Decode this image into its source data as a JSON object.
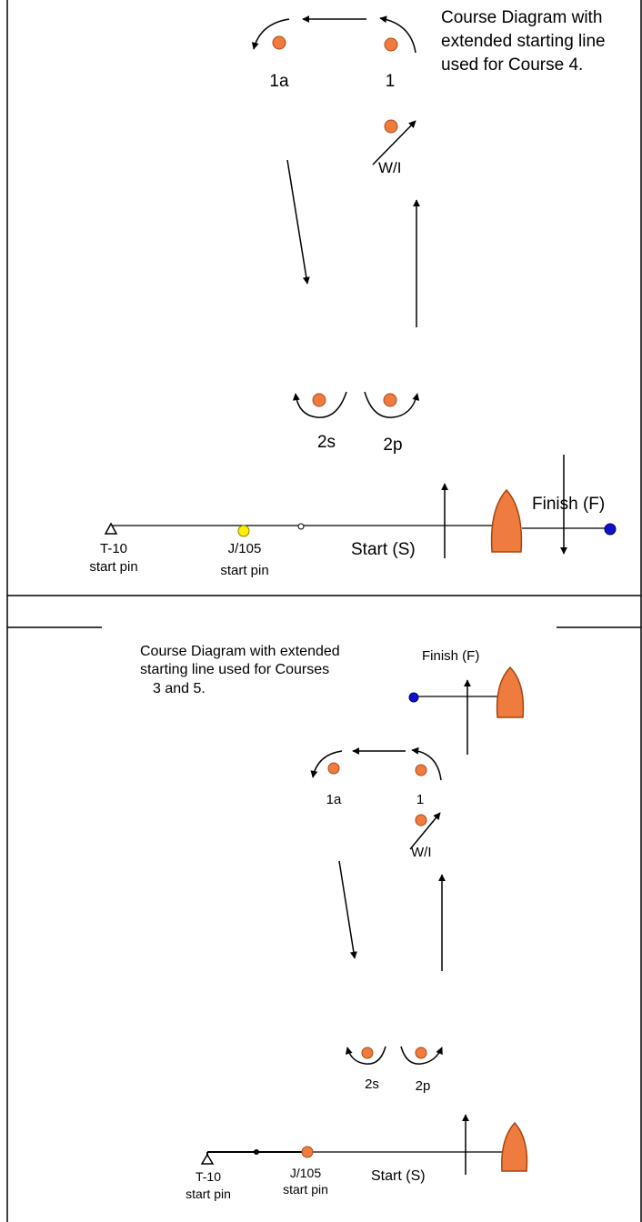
{
  "colors": {
    "mark": "#f07b3f",
    "mark_stroke": "#b04a16",
    "yellow_pin": "#ffee00",
    "finish_pin": "#1111cc",
    "boat": "#f07b3f",
    "line": "#000000",
    "arrow": "#000000"
  },
  "diagram_top": {
    "title_lines": [
      "Course Diagram with",
      "extended starting line",
      "used for Course 4."
    ],
    "mark_labels": {
      "m1a": "1a",
      "m1": "1",
      "wl": "W/I",
      "m2s": "2s",
      "m2p": "2p"
    },
    "finish_label": "Finish (F)",
    "start_label": "Start (S)",
    "t10_label": "T-10",
    "t10_sub": "start pin",
    "j105_label": "J/105",
    "j105_sub": "start pin"
  },
  "diagram_bottom": {
    "title_lines": [
      "Course Diagram with extended",
      "starting line used for Courses",
      "3 and 5."
    ],
    "mark_labels": {
      "m1a": "1a",
      "m1": "1",
      "wl": "W/I",
      "m2s": "2s",
      "m2p": "2p"
    },
    "finish_label": "Finish (F)",
    "start_label": "Start (S)",
    "t10_label": "T-10",
    "t10_sub": "start pin",
    "j105_label": "J/105",
    "j105_sub": "start pin"
  }
}
